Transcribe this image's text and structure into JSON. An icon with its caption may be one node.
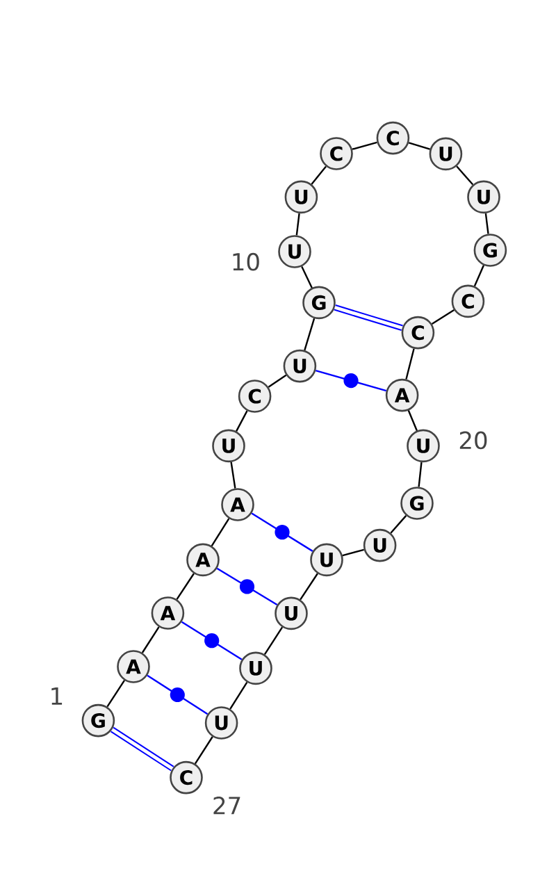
{
  "diagram": {
    "nodes": [
      {
        "text": [
          "G"
        ],
        "beside": [
          "1"
        ]
      },
      {
        "text": [
          "A"
        ]
      },
      {
        "text": [
          "A"
        ]
      },
      {
        "text": [
          "A"
        ]
      },
      {
        "text": [
          "A"
        ]
      },
      {
        "text": [
          "U"
        ]
      },
      {
        "text": [
          "C"
        ]
      },
      {
        "text": [
          "U"
        ]
      },
      {
        "text": [
          "G"
        ]
      },
      {
        "text": [
          "U"
        ],
        "beside": [
          "10"
        ]
      },
      {
        "text": [
          "U"
        ]
      },
      {
        "text": [
          "C"
        ]
      },
      {
        "text": [
          "C"
        ]
      },
      {
        "text": [
          "U"
        ]
      },
      {
        "text": [
          "U"
        ]
      },
      {
        "text": [
          "G"
        ]
      },
      {
        "text": [
          "C"
        ]
      },
      {
        "text": [
          "C"
        ]
      },
      {
        "text": [
          "A"
        ]
      },
      {
        "text": [
          "U"
        ],
        "beside": [
          "20"
        ]
      },
      {
        "text": [
          "G"
        ]
      },
      {
        "text": [
          "U"
        ]
      },
      {
        "text": [
          "U"
        ]
      },
      {
        "text": [
          "U"
        ]
      },
      {
        "text": [
          "U"
        ]
      },
      {
        "text": [
          "U"
        ]
      },
      {
        "text": [
          "C"
        ],
        "beside": [
          "27"
        ]
      }
    ],
    "edges": [
      {
        "from": 0,
        "to": 1,
        "arrow": "none"
      },
      {
        "from": 1,
        "to": 2,
        "arrow": "none"
      },
      {
        "from": 2,
        "to": 3,
        "arrow": "none"
      },
      {
        "from": 3,
        "to": 4,
        "arrow": "none"
      },
      {
        "from": 4,
        "to": 5,
        "arrow": "none"
      },
      {
        "from": 5,
        "to": 6,
        "arrow": "none"
      },
      {
        "from": 6,
        "to": 7,
        "arrow": "none"
      },
      {
        "from": 7,
        "to": 8,
        "arrow": "none"
      },
      {
        "from": 8,
        "to": 9,
        "arrow": "none"
      },
      {
        "from": 9,
        "to": 10,
        "arrow": "none"
      },
      {
        "from": 10,
        "to": 11,
        "arrow": "none"
      },
      {
        "from": 11,
        "to": 12,
        "arrow": "none"
      },
      {
        "from": 12,
        "to": 13,
        "arrow": "none"
      },
      {
        "from": 13,
        "to": 14,
        "arrow": "none"
      },
      {
        "from": 14,
        "to": 15,
        "arrow": "none"
      },
      {
        "from": 15,
        "to": 16,
        "arrow": "none"
      },
      {
        "from": 16,
        "to": 17,
        "arrow": "none"
      },
      {
        "from": 17,
        "to": 18,
        "arrow": "none"
      },
      {
        "from": 18,
        "to": 19,
        "arrow": "none"
      },
      {
        "from": 19,
        "to": 20,
        "arrow": "none"
      },
      {
        "from": 20,
        "to": 21,
        "arrow": "none"
      },
      {
        "from": 21,
        "to": 22,
        "arrow": "none"
      },
      {
        "from": 22,
        "to": 23,
        "arrow": "none"
      },
      {
        "from": 23,
        "to": 24,
        "arrow": "none"
      },
      {
        "from": 24,
        "to": 25,
        "arrow": "none"
      },
      {
        "from": 25,
        "to": 26,
        "arrow": "none"
      },
      {
        "from": 0,
        "to": 26,
        "arrow": "none",
        "style": "thick",
        "color": "#0000ff"
      },
      {
        "from": 1,
        "to": 25,
        "arrow": "none",
        "color": "#0000ff"
      },
      {
        "from": 2,
        "to": 24,
        "arrow": "none",
        "color": "#0000ff"
      },
      {
        "from": 3,
        "to": 23,
        "arrow": "none",
        "color": "#0000ff"
      },
      {
        "from": 4,
        "to": 22,
        "arrow": "none",
        "color": "#0000ff"
      },
      {
        "from": 7,
        "to": 18,
        "arrow": "none",
        "color": "#0000ff"
      },
      {
        "from": 8,
        "to": 17,
        "arrow": "none",
        "style": "thick",
        "color": "#0000ff"
      }
    ]
  }
}
